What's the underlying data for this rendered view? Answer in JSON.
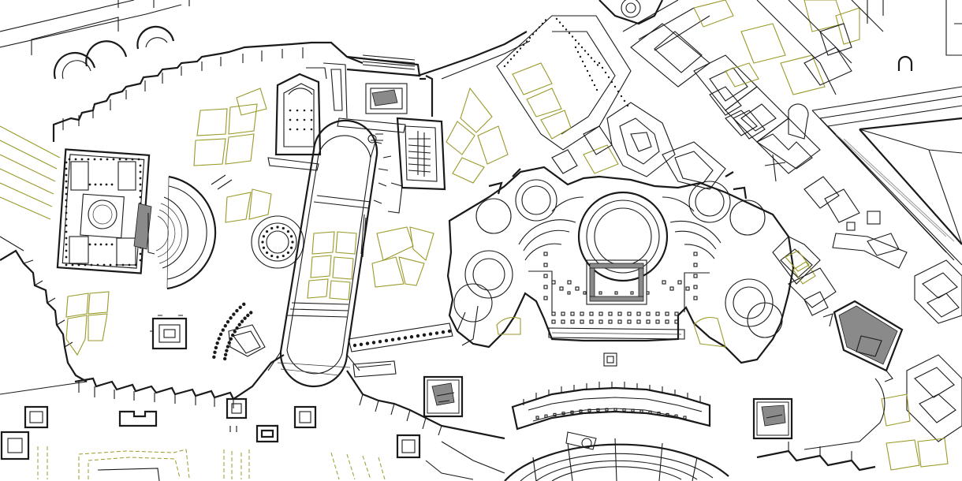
{
  "map": {
    "title": "",
    "style": "architectural site plan (ancient Rome, Campus Martius area)",
    "colors": {
      "wall_lines": "#1a1a1a",
      "green_areas": "#9a9a2a",
      "background": "#ffffff",
      "gray_lines": "#999999"
    },
    "features": [
      "baths-complex",
      "stadium-arena",
      "temple-peristyle",
      "theatre-cavea",
      "pyramid",
      "round-temple",
      "city-wall-crenellated",
      "garden-plots"
    ]
  }
}
